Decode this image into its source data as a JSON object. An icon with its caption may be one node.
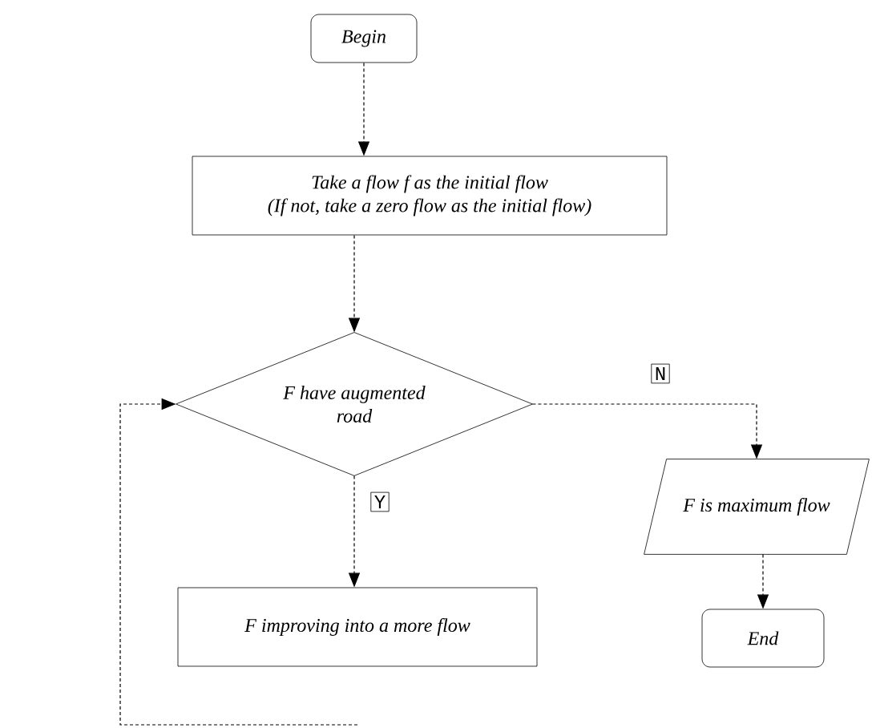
{
  "diagram": {
    "nodes": [
      {
        "text": [
          "Begin"
        ]
      },
      {
        "text": [
          "Take a flow f as the initial flow",
          "(If not, take a zero flow as the initial flow)"
        ]
      },
      {
        "text": [
          "F have augmented road"
        ]
      },
      {
        "text": [
          "F is maximum flow"
        ]
      },
      {
        "text": [
          "End"
        ]
      },
      {
        "text": [
          "F improving into a more flow"
        ]
      }
    ],
    "edges": [
      {
        "from": 0,
        "to": 1,
        "arrow": "to",
        "style": "dashed"
      },
      {
        "from": 1,
        "to": 2,
        "arrow": "to",
        "style": "dashed"
      },
      {
        "from": 2,
        "to": 3,
        "arrow": "to",
        "style": "dashed",
        "label": "N"
      },
      {
        "from": 2,
        "to": 5,
        "arrow": "to",
        "style": "dashed",
        "label": "Y"
      },
      {
        "from": 5,
        "to": 2,
        "arrow": "to",
        "style": "dashed"
      },
      {
        "from": 3,
        "to": 4,
        "arrow": "to",
        "style": "dashed"
      }
    ]
  }
}
